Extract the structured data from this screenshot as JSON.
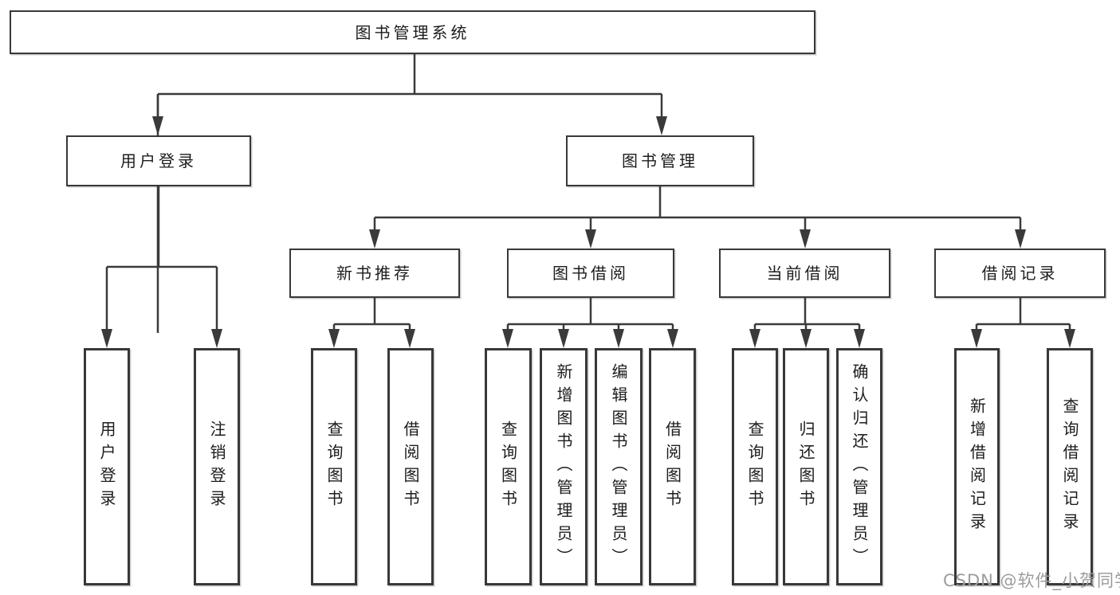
{
  "diagram_type": "hierarchy-tree",
  "colors": {
    "background": "#ffffff",
    "line": "#3a3a3a",
    "box_border": "#383838",
    "text": "#1c1c1c",
    "watermark": "#9c9c9c"
  },
  "tree": {
    "label": "图书管理系统",
    "children": [
      {
        "label": "用户登录",
        "children": [
          {
            "label": "用户登录"
          },
          {
            "label": "注销登录"
          }
        ]
      },
      {
        "label": "图书管理",
        "children": [
          {
            "label": "新书推荐",
            "children": [
              {
                "label": "查询图书"
              },
              {
                "label": "借阅图书"
              }
            ]
          },
          {
            "label": "图书借阅",
            "children": [
              {
                "label": "查询图书"
              },
              {
                "label": "新增图书（管理员）"
              },
              {
                "label": "编辑图书（管理员）"
              },
              {
                "label": "借阅图书"
              }
            ]
          },
          {
            "label": "当前借阅",
            "children": [
              {
                "label": "查询图书"
              },
              {
                "label": "归还图书"
              },
              {
                "label": "确认归还（管理员）"
              }
            ]
          },
          {
            "label": "借阅记录",
            "children": [
              {
                "label": "新增借阅记录"
              },
              {
                "label": "查询借阅记录"
              }
            ]
          }
        ]
      }
    ]
  },
  "watermark": {
    "text": "CSDN @软件_小贺同学"
  }
}
